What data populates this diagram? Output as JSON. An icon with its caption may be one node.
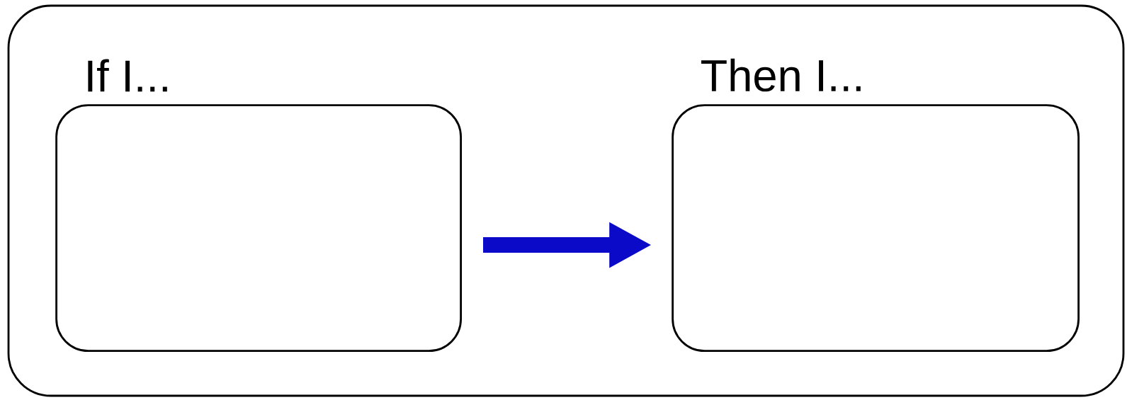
{
  "diagram": {
    "nodes": [
      {
        "text": [],
        "shape": "box"
      },
      {
        "text": [
          "If I..."
        ],
        "in": 0
      },
      {
        "text": [
          "Then I..."
        ],
        "in": 0
      }
    ],
    "edges": [
      {
        "from": 1,
        "to": 2,
        "arrow": "to",
        "color": "#0a0ac8"
      }
    ]
  }
}
